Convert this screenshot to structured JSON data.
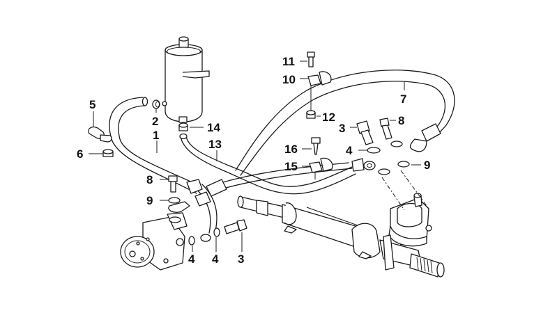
{
  "diagram": {
    "type": "exploded parts diagram",
    "labels": [
      {
        "id": "l1",
        "text": "1"
      },
      {
        "id": "l2",
        "text": "2"
      },
      {
        "id": "l3a",
        "text": "3"
      },
      {
        "id": "l3b",
        "text": "3"
      },
      {
        "id": "l4a",
        "text": "4"
      },
      {
        "id": "l4b",
        "text": "4"
      },
      {
        "id": "l4c",
        "text": "4"
      },
      {
        "id": "l5",
        "text": "5"
      },
      {
        "id": "l6",
        "text": "6"
      },
      {
        "id": "l7",
        "text": "7"
      },
      {
        "id": "l8a",
        "text": "8"
      },
      {
        "id": "l8b",
        "text": "8"
      },
      {
        "id": "l9a",
        "text": "9"
      },
      {
        "id": "l9b",
        "text": "9"
      },
      {
        "id": "l10",
        "text": "10"
      },
      {
        "id": "l11",
        "text": "11"
      },
      {
        "id": "l12",
        "text": "12"
      },
      {
        "id": "l13",
        "text": "13"
      },
      {
        "id": "l14",
        "text": "14"
      },
      {
        "id": "l15",
        "text": "15"
      },
      {
        "id": "l16",
        "text": "16"
      }
    ]
  }
}
